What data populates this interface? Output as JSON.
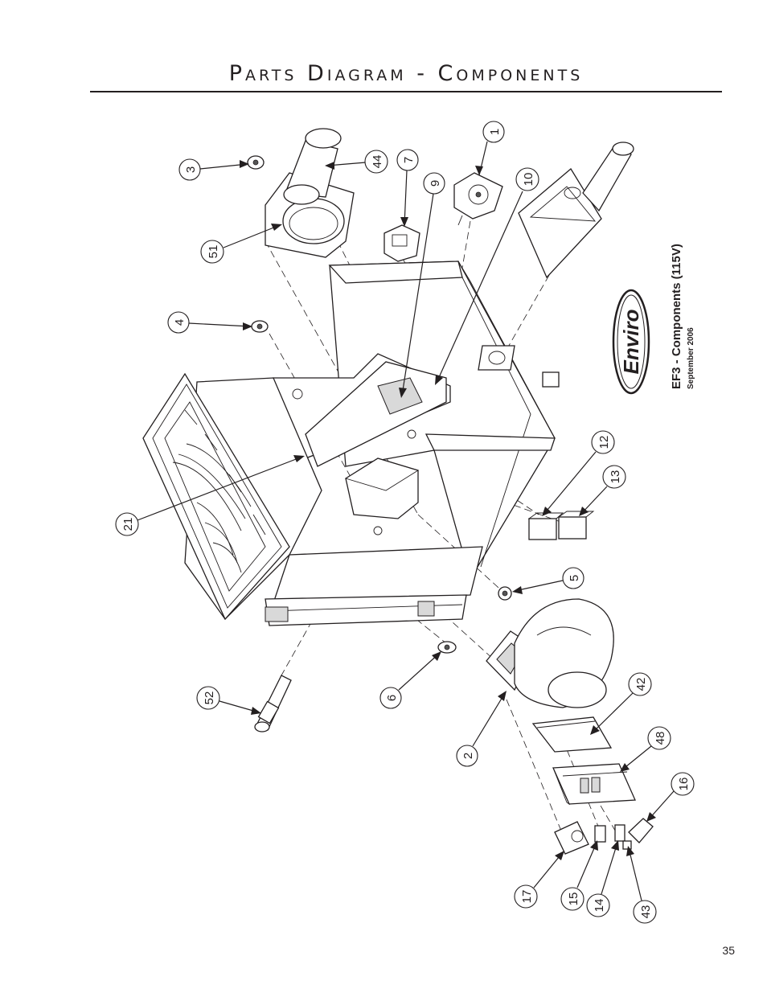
{
  "title": "Parts Diagram - Components",
  "page_number": "35",
  "brand": {
    "logo_text": "Enviro",
    "subtitle": "EF3 - Components (115V)",
    "date": "September 2006"
  },
  "callouts": [
    {
      "label": "1"
    },
    {
      "label": "2"
    },
    {
      "label": "3"
    },
    {
      "label": "4"
    },
    {
      "label": "5"
    },
    {
      "label": "6"
    },
    {
      "label": "7"
    },
    {
      "label": "9"
    },
    {
      "label": "10"
    },
    {
      "label": "12"
    },
    {
      "label": "13"
    },
    {
      "label": "14"
    },
    {
      "label": "15"
    },
    {
      "label": "16"
    },
    {
      "label": "17"
    },
    {
      "label": "21"
    },
    {
      "label": "42"
    },
    {
      "label": "43"
    },
    {
      "label": "44"
    },
    {
      "label": "48"
    },
    {
      "label": "51"
    },
    {
      "label": "52"
    }
  ]
}
